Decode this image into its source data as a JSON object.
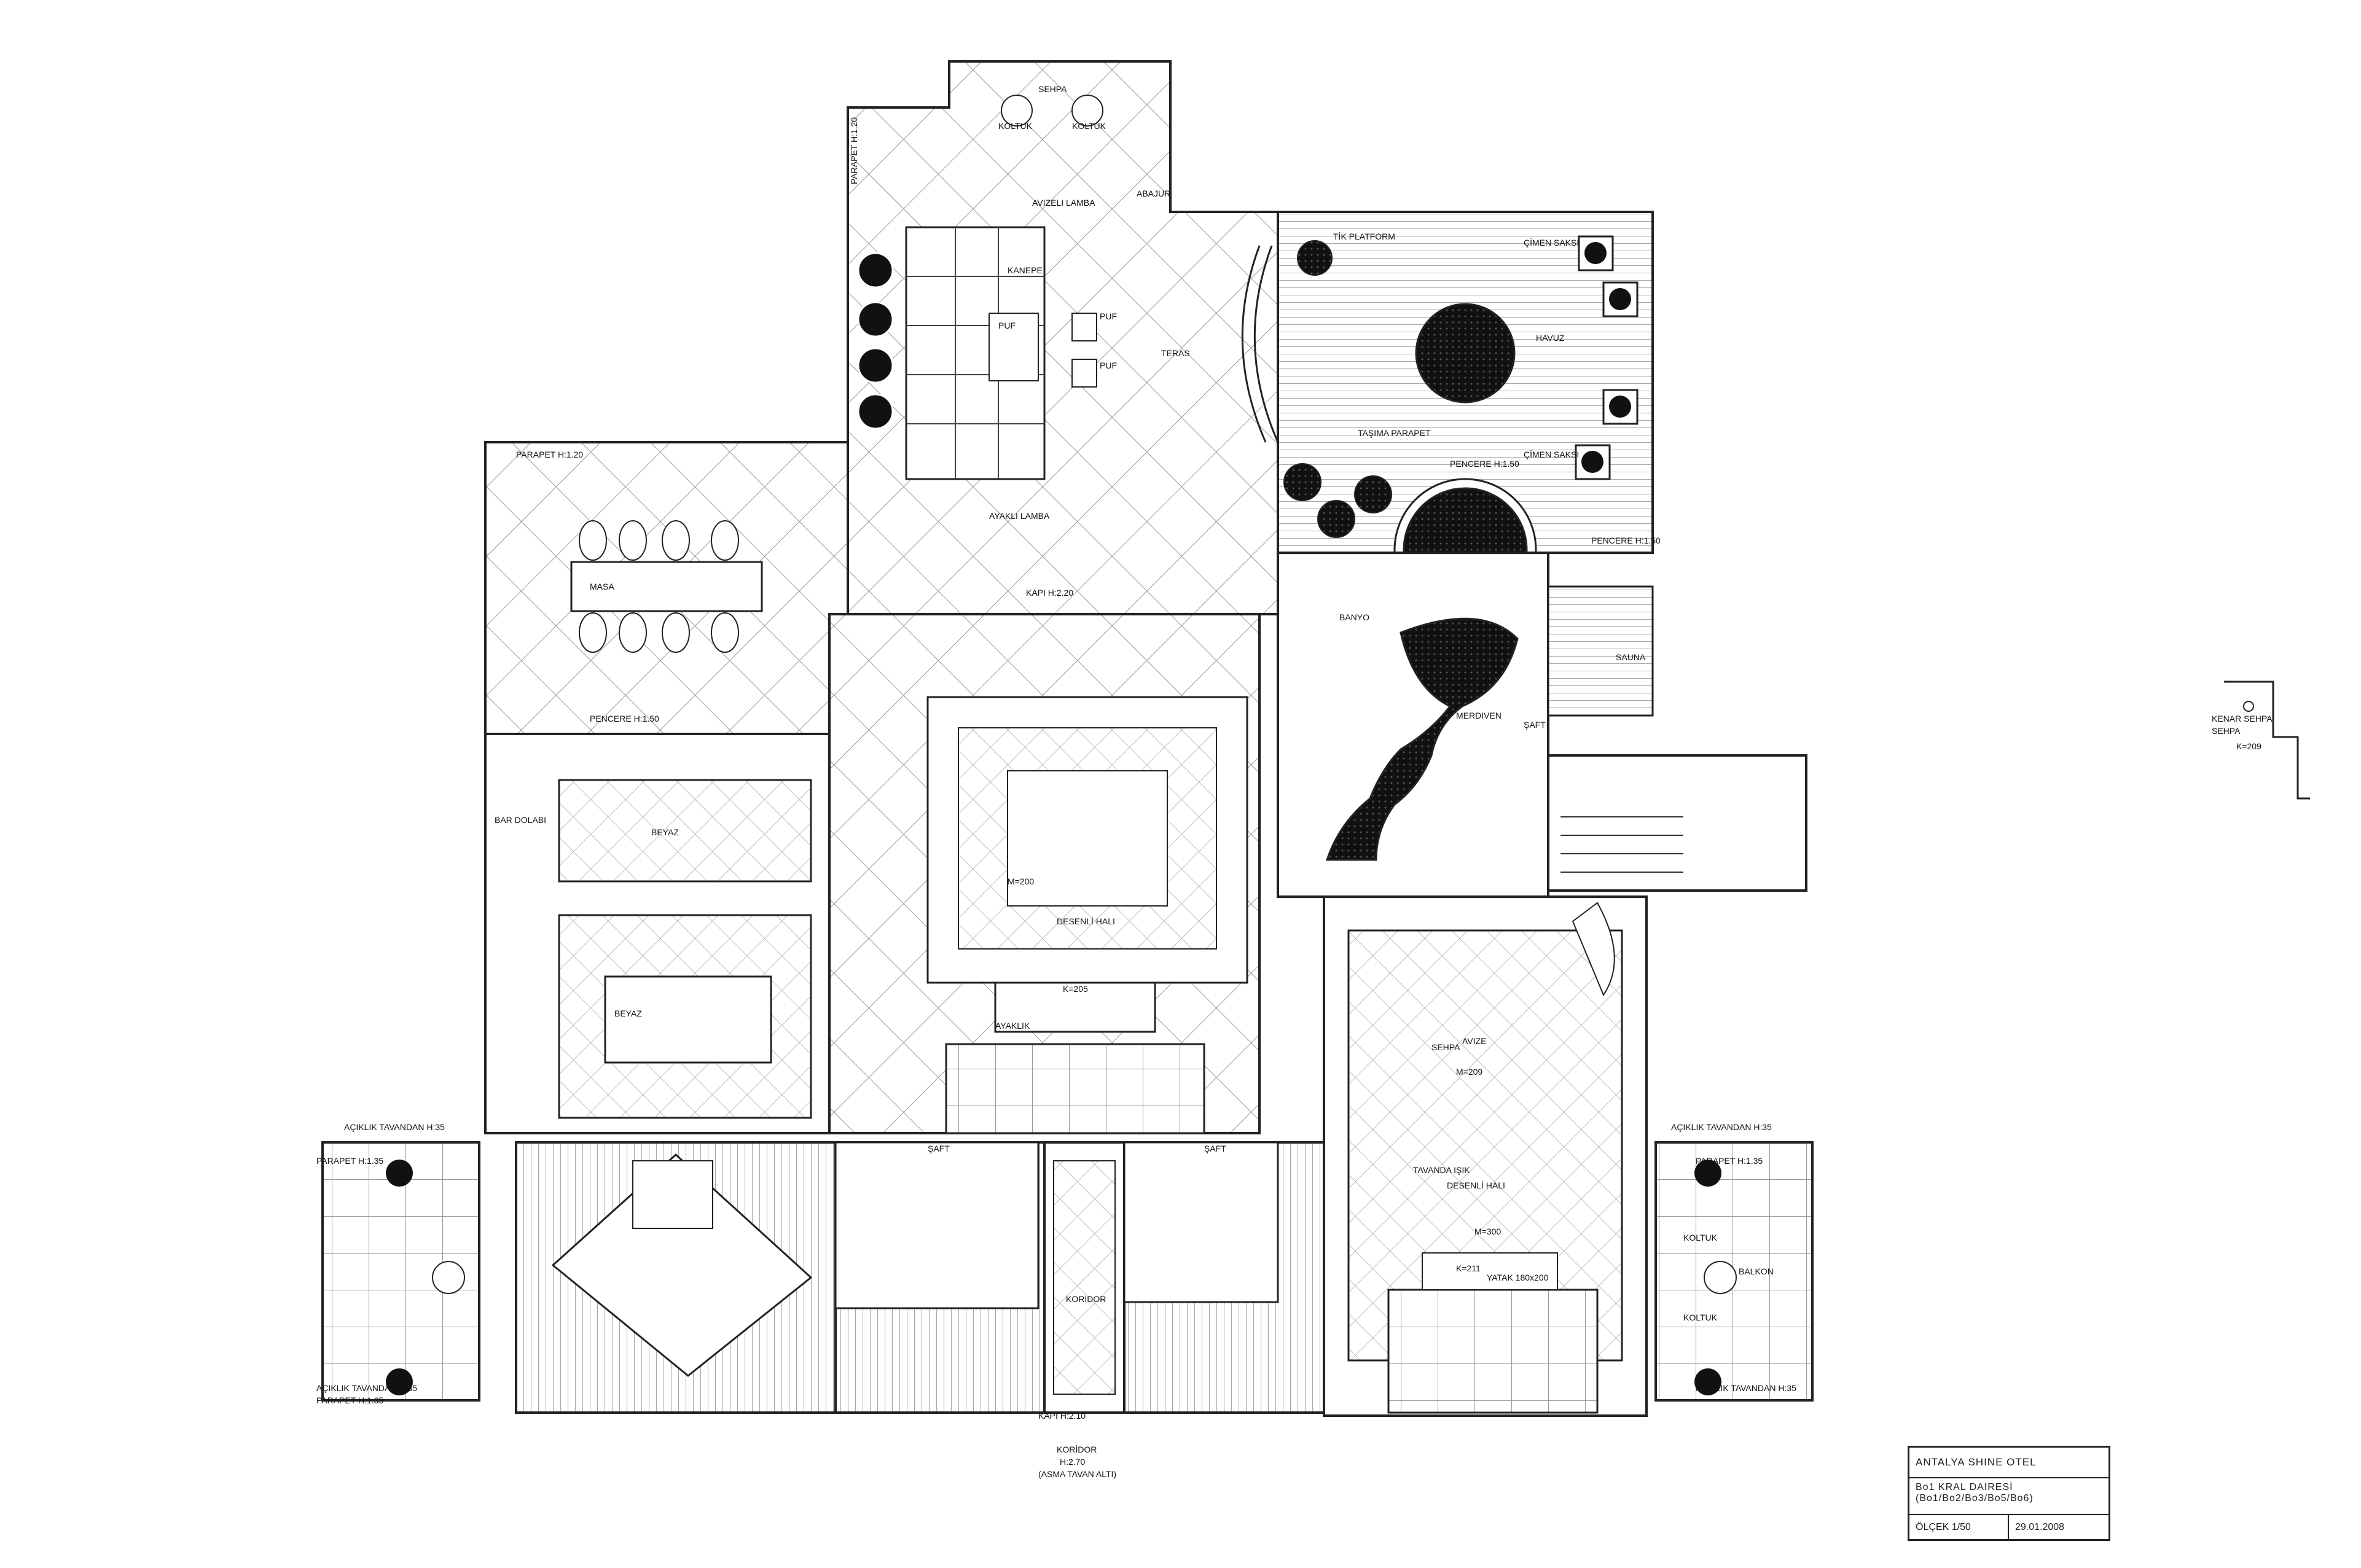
{
  "title_block": {
    "project": "ANTALYA SHINE OTEL",
    "unit_line1": "Bo1 KRAL DAIRESİ",
    "unit_line2": "(Bo1/Bo2/Bo3/Bo5/Bo6)",
    "scale": "ÖLÇEK 1/50",
    "date": "29.01.2008"
  },
  "labels": [
    {
      "id": "sehpa-top",
      "text": "SEHPA"
    },
    {
      "id": "koltuk-1",
      "text": "KOLTUK"
    },
    {
      "id": "koltuk-2",
      "text": "KOLTUK"
    },
    {
      "id": "parapet-left-top",
      "text": "PARAPET H:1.20"
    },
    {
      "id": "avize-lamba",
      "text": "AVIZELI LAMBA"
    },
    {
      "id": "kanepe",
      "text": "KANEPE"
    },
    {
      "id": "puf",
      "text": "PUF"
    },
    {
      "id": "puf-2",
      "text": "PUF"
    },
    {
      "id": "puf-3",
      "text": "PUF"
    },
    {
      "id": "teras",
      "text": "TERAS"
    },
    {
      "id": "ahsap-lamba",
      "text": "AYAKLI LAMBA"
    },
    {
      "id": "ahsap-1",
      "text": "ABAJUR"
    },
    {
      "id": "tik-duz",
      "text": "TİK PLATFORM"
    },
    {
      "id": "cimen-saksi",
      "text": "ÇİMEN SAKSI"
    },
    {
      "id": "havuz",
      "text": "HAVUZ"
    },
    {
      "id": "tasima",
      "text": "TAŞIMA PARAPET"
    },
    {
      "id": "cimen-saksi-2",
      "text": "ÇİMEN SAKSI"
    },
    {
      "id": "pencere-2",
      "text": "PENCERE H:1.50"
    },
    {
      "id": "pencere-3",
      "text": "PENCERE H:1.50"
    },
    {
      "id": "parapet-left-mid",
      "text": "PARAPET H:1.20"
    },
    {
      "id": "masa",
      "text": "MASA"
    },
    {
      "id": "kapi",
      "text": "KAPI H:2.20"
    },
    {
      "id": "pencere-m",
      "text": "PENCERE H:1.50"
    },
    {
      "id": "banyo",
      "text": "BANYO"
    },
    {
      "id": "sauna",
      "text": "SAUNA"
    },
    {
      "id": "saft",
      "text": "ŞAFT"
    },
    {
      "id": "merdiven",
      "text": "MERDIVEN"
    },
    {
      "id": "bir-dolabi",
      "text": "BAR DOLABI"
    },
    {
      "id": "desenli-hali",
      "text": "DESENLİ HALI"
    },
    {
      "id": "desenli-hali-2",
      "text": "DESENLİ HALI"
    },
    {
      "id": "beyaz",
      "text": "BEYAZ"
    },
    {
      "id": "beyaz-2",
      "text": "BEYAZ"
    },
    {
      "id": "m200",
      "text": "M=200"
    },
    {
      "id": "k205",
      "text": "K=205"
    },
    {
      "id": "ayaklik",
      "text": "AYAKLIK"
    },
    {
      "id": "sehpa-mid",
      "text": "SEHPA"
    },
    {
      "id": "avize",
      "text": "AVIZE"
    },
    {
      "id": "m209",
      "text": "M=209"
    },
    {
      "id": "tavanda",
      "text": "TAVANDA IŞIK"
    },
    {
      "id": "k211",
      "text": "K=211"
    },
    {
      "id": "yatak",
      "text": "YATAK 180x200"
    },
    {
      "id": "m300",
      "text": "M=300"
    },
    {
      "id": "saft-2",
      "text": "ŞAFT"
    },
    {
      "id": "saft-3",
      "text": "ŞAFT"
    },
    {
      "id": "kordor",
      "text": "KORİDOR"
    },
    {
      "id": "kapi-2",
      "text": "KAPI H:2.10"
    },
    {
      "id": "kordor-b",
      "text": "KORİDOR"
    },
    {
      "id": "h270",
      "text": "H:2.70"
    },
    {
      "id": "asma",
      "text": "(ASMA TAVAN ALTI)"
    },
    {
      "id": "acik-tavan-l",
      "text": "AÇIKLIK TAVANDAN H:35"
    },
    {
      "id": "parapet-l",
      "text": "PARAPET H:1.35"
    },
    {
      "id": "acik-tavan-l2",
      "text": "AÇIKLIK TAVANDAN H:35"
    },
    {
      "id": "parapet-l2",
      "text": "PARAPET H:1.35"
    },
    {
      "id": "acik-tavan-r",
      "text": "AÇIKLIK TAVANDAN H:35"
    },
    {
      "id": "parapet-r",
      "text": "PARAPET H:1.35"
    },
    {
      "id": "acik-tavan-r2",
      "text": "AÇIKLIK TAVANDAN H:35"
    },
    {
      "id": "koltuk-r",
      "text": "KOLTUK"
    },
    {
      "id": "koltuk-r2",
      "text": "KOLTUK"
    },
    {
      "id": "balkon",
      "text": "BALKON"
    },
    {
      "id": "kenar-sehpa",
      "text": "KENAR SEHPA"
    },
    {
      "id": "sehpa-right",
      "text": "SEHPA"
    },
    {
      "id": "k209",
      "text": "K=209"
    }
  ]
}
